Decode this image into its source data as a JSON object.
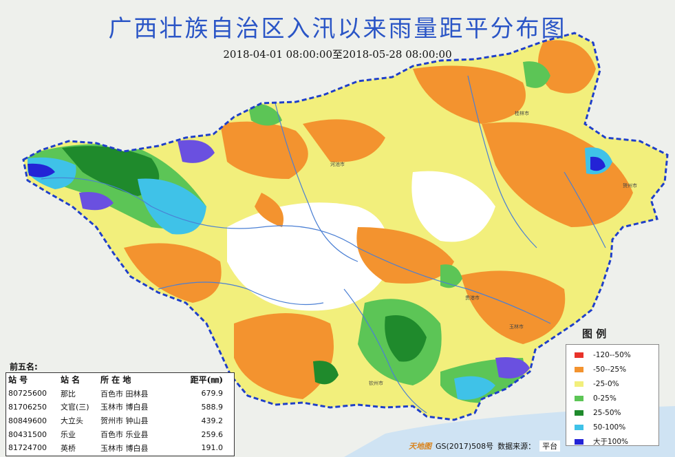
{
  "title": "广西壮族自治区入汛以来雨量距平分布图",
  "subtitle": "2018-04-01 08:00:00至2018-05-28 08:00:00",
  "legend": {
    "title": "图 例",
    "items": [
      {
        "label": "-120--50%",
        "color": "#e8322a"
      },
      {
        "label": "-50--25%",
        "color": "#f3932f"
      },
      {
        "label": "-25-0%",
        "color": "#f2ef7c"
      },
      {
        "label": "0-25%",
        "color": "#5cc556"
      },
      {
        "label": "25-50%",
        "color": "#1f8a2c"
      },
      {
        "label": "50-100%",
        "color": "#3fc2e8"
      },
      {
        "label": "大于100%",
        "color": "#2323d6"
      }
    ]
  },
  "top_five": {
    "title": "前五名:",
    "headers": [
      "站 号",
      "站 名",
      "所 在 地",
      "距平(㎜)"
    ],
    "rows": [
      [
        "80725600",
        "那比",
        "百色市 田林县",
        "679.9"
      ],
      [
        "81706250",
        "文官(三)",
        "玉林市 博白县",
        "588.9"
      ],
      [
        "80849600",
        "大立头",
        "贺州市 钟山县",
        "439.2"
      ],
      [
        "80431500",
        "乐业",
        "百色市 乐业县",
        "259.6"
      ],
      [
        "81724700",
        "英桥",
        "玉林市 博白县",
        "191.0"
      ]
    ]
  },
  "footer": {
    "logo": "天地图",
    "license": "GS(2017)508号",
    "source_label": "数据来源：",
    "platform": "平台"
  },
  "cities": [
    {
      "name": "桂林市"
    },
    {
      "name": "河池市"
    },
    {
      "name": "贺州市"
    },
    {
      "name": "玉林市"
    },
    {
      "name": "钦州市"
    },
    {
      "name": "贵港市"
    }
  ],
  "icons": {
    "boundary": "dashed-blue-boundary",
    "rivers": "river-lines"
  }
}
